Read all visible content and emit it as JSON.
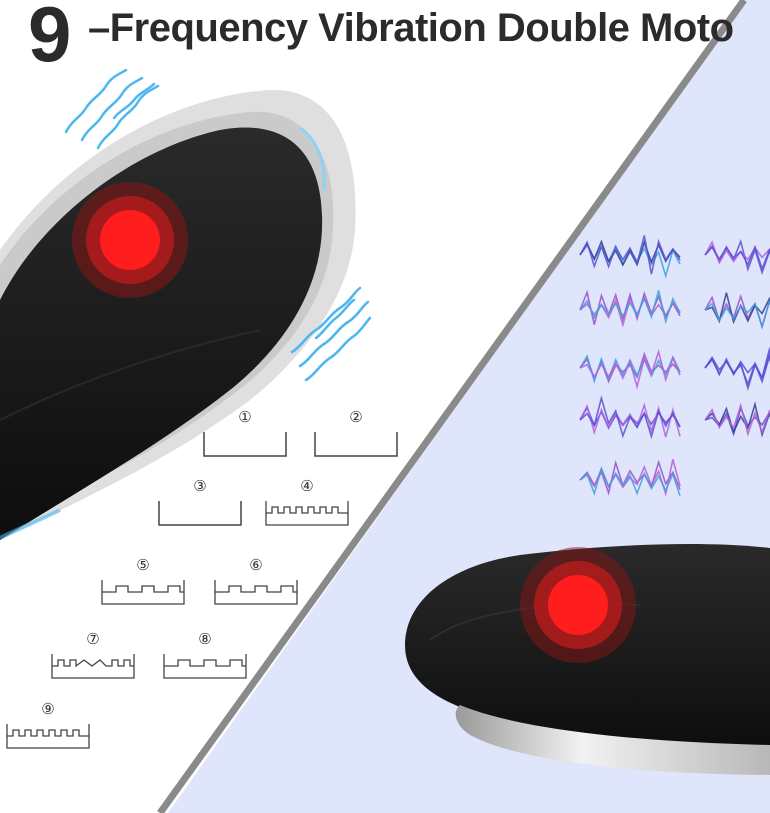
{
  "title": {
    "number": "9",
    "text": "–Frequency Vibration Double Moto"
  },
  "modes": [
    {
      "label": "①",
      "pattern": "flat"
    },
    {
      "label": "②",
      "pattern": "flat"
    },
    {
      "label": "③",
      "pattern": "flat"
    },
    {
      "label": "④",
      "pattern": "fine-teeth"
    },
    {
      "label": "⑤",
      "pattern": "wide-steps"
    },
    {
      "label": "⑥",
      "pattern": "wide-steps"
    },
    {
      "label": "⑦",
      "pattern": "mixed-wave"
    },
    {
      "label": "⑧",
      "pattern": "wide-steps"
    },
    {
      "label": "⑨",
      "pattern": "fine-teeth"
    }
  ],
  "colors": {
    "background": "#ffffff",
    "right_panel": "#dfe6fb",
    "divider": "#8a8a8a",
    "device_body": "#151515",
    "indicator_red": "#ff1d1d",
    "vibration_blue": "#4fb6ee",
    "title_text": "#2b2b2b"
  },
  "icons": [
    "vibration-waves-icon",
    "waveform-icon",
    "red-indicator-icon"
  ]
}
